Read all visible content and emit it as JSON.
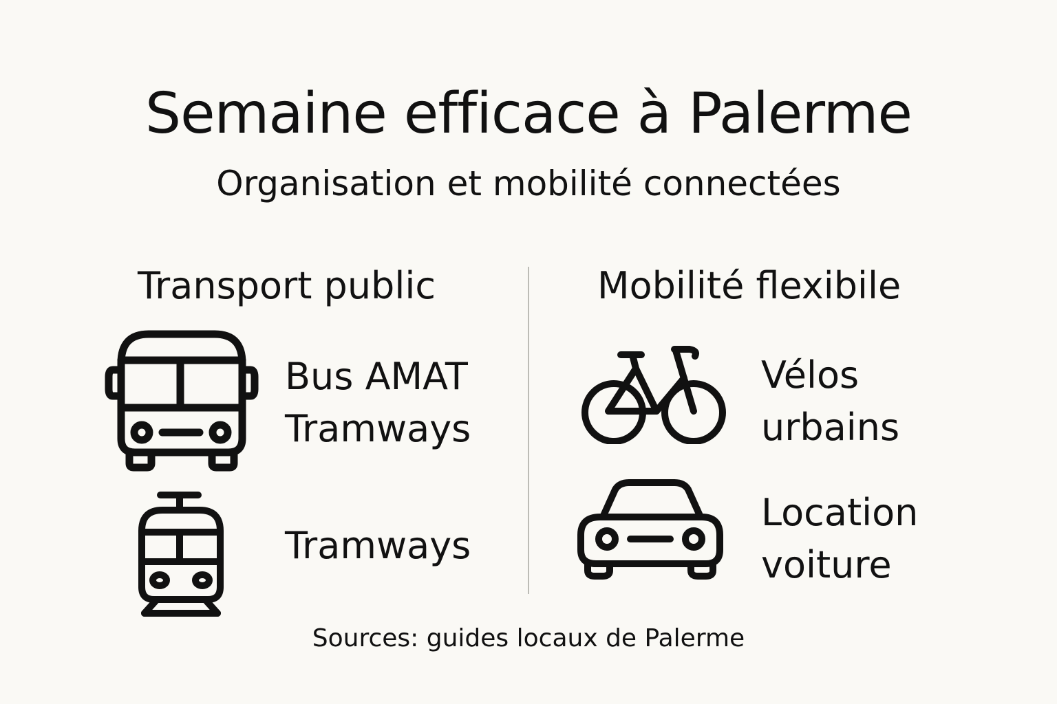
{
  "header": {
    "title": "Semaine efficace à Palerme",
    "subtitle": "Organisation et mobilité connectées"
  },
  "columns": [
    {
      "heading": "Transport public",
      "items": [
        {
          "icon": "bus-icon",
          "lines": [
            "Bus AMAT",
            "Tramways"
          ]
        },
        {
          "icon": "tram-icon",
          "lines": [
            "Tramways"
          ]
        }
      ]
    },
    {
      "heading": "Mobilité flexibile",
      "items": [
        {
          "icon": "bicycle-icon",
          "lines": [
            "Vélos",
            "urbains"
          ]
        },
        {
          "icon": "car-icon",
          "lines": [
            "Location",
            "voiture"
          ]
        }
      ]
    }
  ],
  "footer": {
    "source": "Sources: guides locaux de Palerme"
  },
  "colors": {
    "background": "#faf9f5",
    "text": "#111111",
    "divider": "#bcbcb6"
  }
}
